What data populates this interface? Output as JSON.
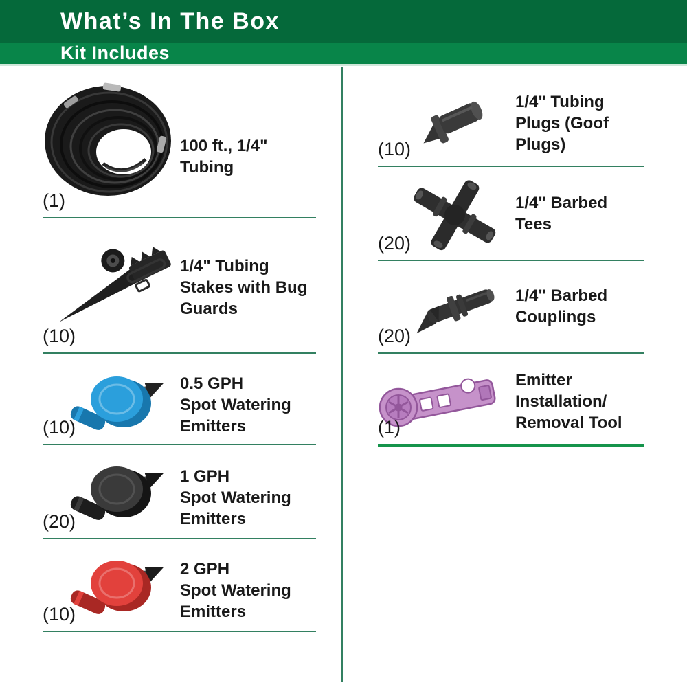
{
  "header": {
    "title": "What’s In The Box",
    "subtitle": "Kit Includes"
  },
  "colors": {
    "header_bg": "#05693a",
    "band_bg": "#088549",
    "divider_thin": "#338061",
    "divider_thick": "#15944b",
    "text": "#191919",
    "text_on_green": "#ffffff",
    "emitter_blue": "#2b9fdc",
    "emitter_black": "#3a3a3a",
    "emitter_red": "#e2413c",
    "tool_purple": "#c692ca"
  },
  "columns": {
    "left": [
      {
        "qty": "(1)",
        "label": "100 ft., 1/4\"\nTubing",
        "image": "tubing-coil"
      },
      {
        "qty": "(10)",
        "label": "1/4\" Tubing\nStakes with Bug\nGuards",
        "image": "tubing-stake-with-bug-guard"
      },
      {
        "qty": "(10)",
        "label": "0.5 GPH\nSpot Watering\nEmitters",
        "image": "blue-spot-watering-emitter"
      },
      {
        "qty": "(20)",
        "label": "1 GPH\nSpot Watering\nEmitters",
        "image": "black-spot-watering-emitter"
      },
      {
        "qty": "(10)",
        "label": "2 GPH\nSpot Watering\nEmitters",
        "image": "red-spot-watering-emitter"
      }
    ],
    "right": [
      {
        "qty": "(10)",
        "label": "1/4\" Tubing\nPlugs (Goof\nPlugs)",
        "image": "goof-plug"
      },
      {
        "qty": "(20)",
        "label": "1/4\" Barbed\nTees",
        "image": "barbed-tee"
      },
      {
        "qty": "(20)",
        "label": "1/4\" Barbed\nCouplings",
        "image": "barbed-coupling"
      },
      {
        "qty": "(1)",
        "label": "Emitter\nInstallation/\nRemoval Tool",
        "image": "emitter-installation-removal-tool"
      }
    ]
  }
}
